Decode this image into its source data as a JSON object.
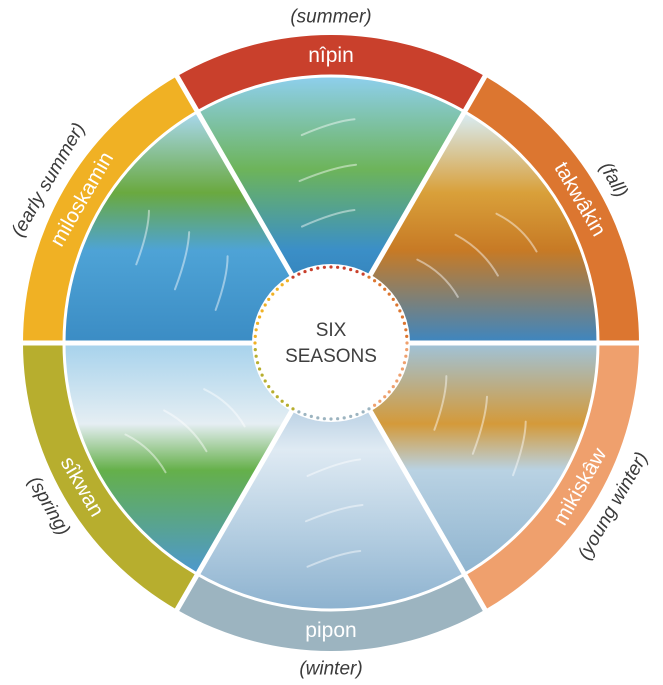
{
  "center": {
    "line1": "SIX",
    "line2": "SEASONS"
  },
  "seasons": [
    {
      "key": "summer",
      "name": "nîpin",
      "translation": "(summer)",
      "color": "#c9402c",
      "scene": "summer-river-scene"
    },
    {
      "key": "fall",
      "name": "takwâkin",
      "translation": "(fall)",
      "color": "#dc7630",
      "scene": "fall-river-scene"
    },
    {
      "key": "young-winter",
      "name": "mikiskâw",
      "translation": "(young winter)",
      "color": "#efa06d",
      "scene": "young-winter-river-scene"
    },
    {
      "key": "winter",
      "name": "pipon",
      "translation": "(winter)",
      "color": "#9cb4c0",
      "scene": "winter-river-scene"
    },
    {
      "key": "spring",
      "name": "sîkwan",
      "translation": "(spring)",
      "color": "#b7ae2e",
      "scene": "spring-river-scene"
    },
    {
      "key": "early-summer",
      "name": "miloskamin",
      "translation": "(early summer)",
      "color": "#f0b124",
      "scene": "early-summer-river-scene"
    }
  ]
}
